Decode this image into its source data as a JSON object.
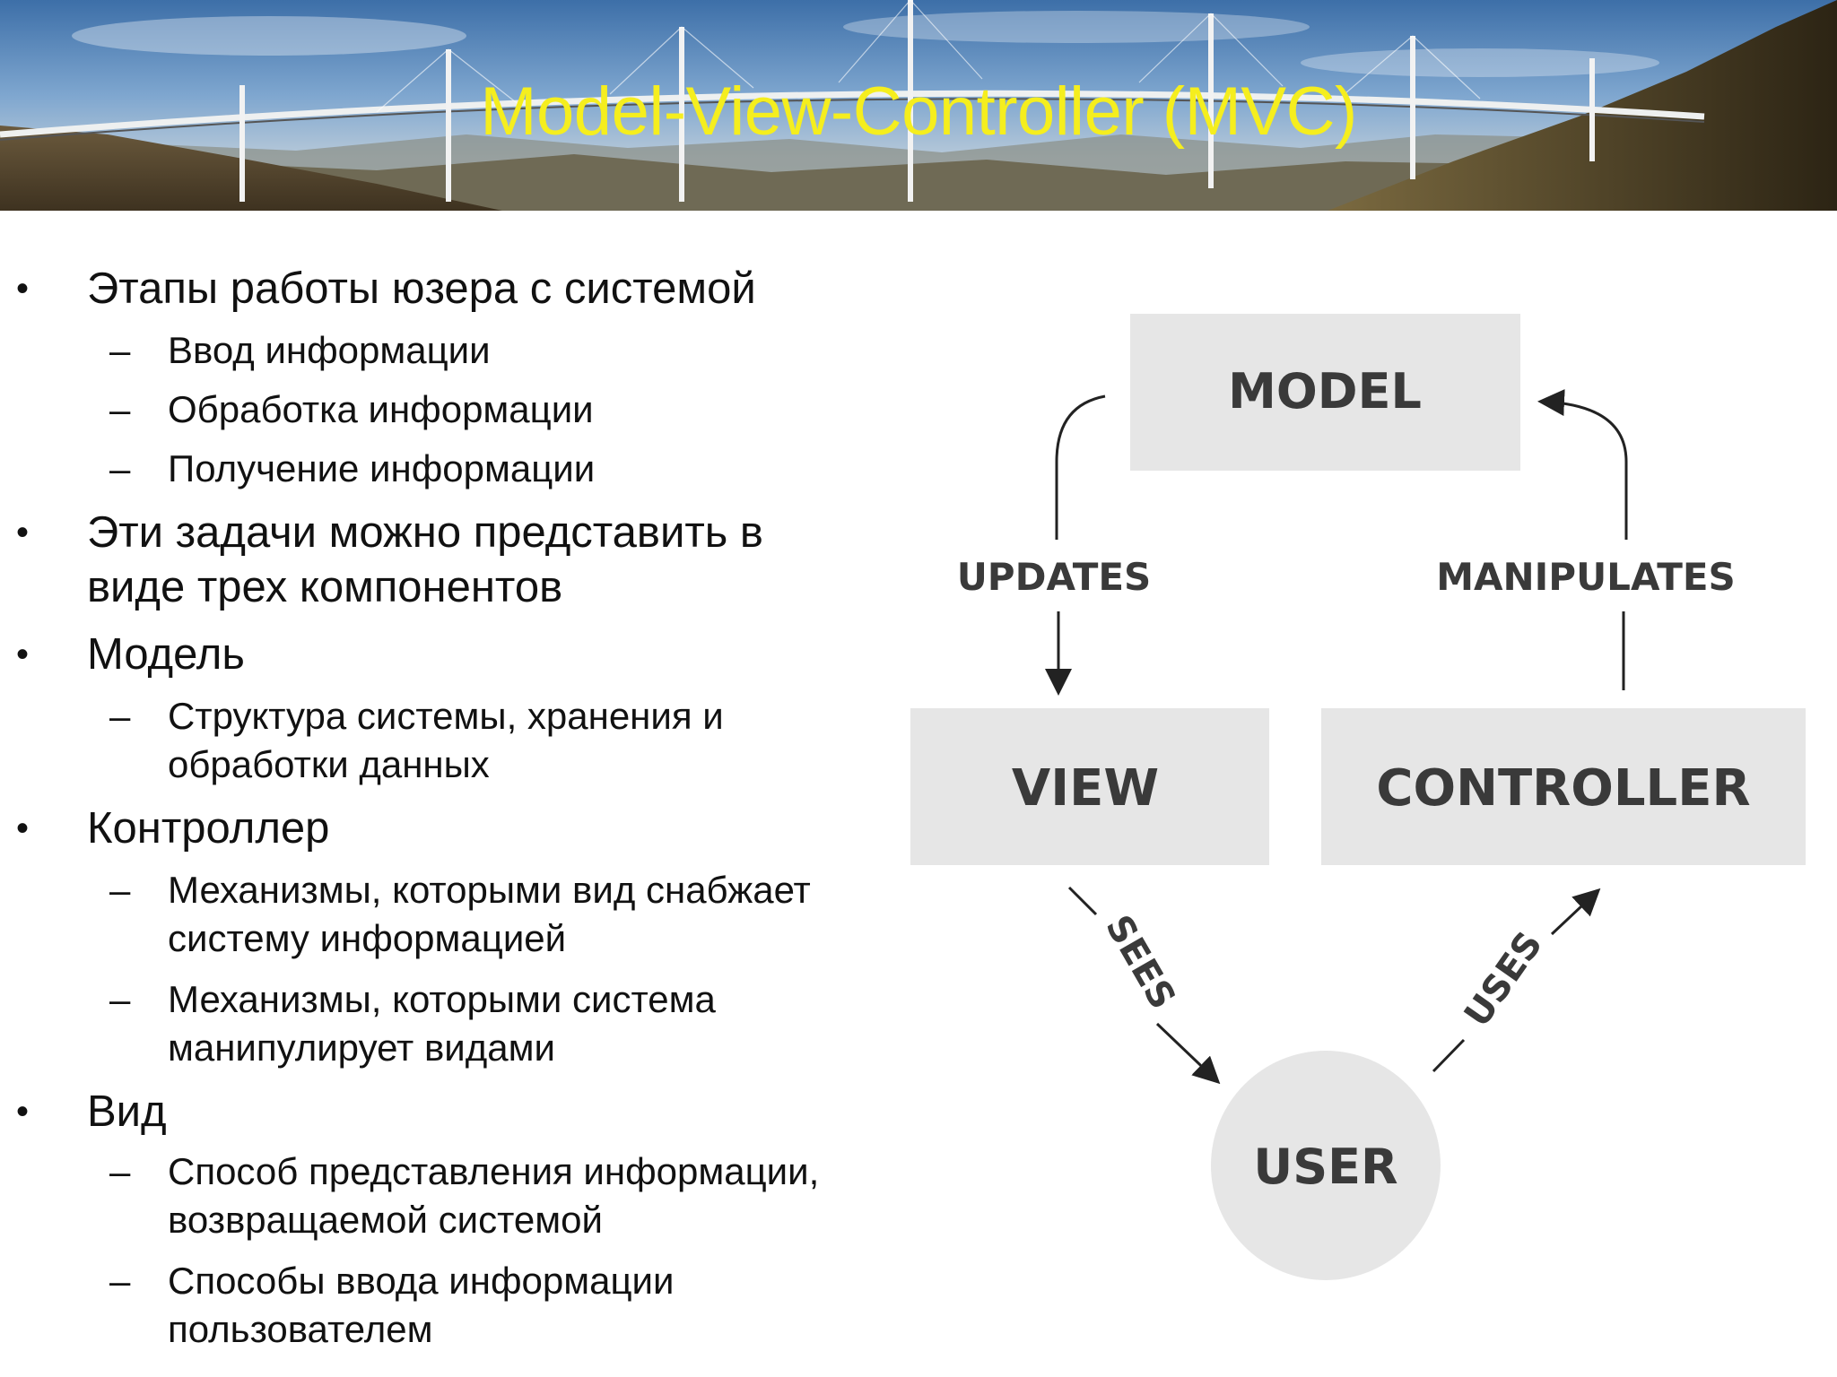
{
  "slide": {
    "title": "Model-View-Controller (MVC)"
  },
  "bullets": [
    {
      "level": 1,
      "text": "Этапы работы юзера с системой"
    },
    {
      "level": 2,
      "text": "Ввод информации"
    },
    {
      "level": 2,
      "text": "Обработка информации"
    },
    {
      "level": 2,
      "text": "Получение информации"
    },
    {
      "level": 1,
      "text": "Эти задачи можно представить в"
    },
    {
      "level": 1,
      "text": "виде трех компонентов",
      "continuation": true
    },
    {
      "level": 1,
      "text": "Модель"
    },
    {
      "level": 2,
      "text": "Структура системы, хранения и"
    },
    {
      "level": 2,
      "text": "обработки данных",
      "continuation": true
    },
    {
      "level": 1,
      "text": "Контроллер"
    },
    {
      "level": 2,
      "text": "Механизмы, которыми вид снабжает"
    },
    {
      "level": 2,
      "text": "систему информацией",
      "continuation": true
    },
    {
      "level": 2,
      "text": "Механизмы, которыми система"
    },
    {
      "level": 2,
      "text": "манипулирует видами",
      "continuation": true
    },
    {
      "level": 1,
      "text": "Вид"
    },
    {
      "level": 2,
      "text": "Способ представления информации,"
    },
    {
      "level": 2,
      "text": "возвращаемой системой",
      "continuation": true
    },
    {
      "level": 2,
      "text": "Способы ввода информации"
    },
    {
      "level": 2,
      "text": "пользователем",
      "continuation": true
    }
  ],
  "markers": {
    "level1": "•",
    "level2": "–"
  },
  "diagram": {
    "nodes": {
      "model": "MODEL",
      "view": "VIEW",
      "controller": "CONTROLLER",
      "user": "USER"
    },
    "edges": {
      "updates": "UPDATES",
      "manipulates": "MANIPULATES",
      "sees": "SEES",
      "uses": "USES"
    },
    "colors": {
      "box_fill": "#e6e6e6",
      "text": "#3a3a3a",
      "arrow": "#222222",
      "title": "#f5ee1e"
    }
  }
}
